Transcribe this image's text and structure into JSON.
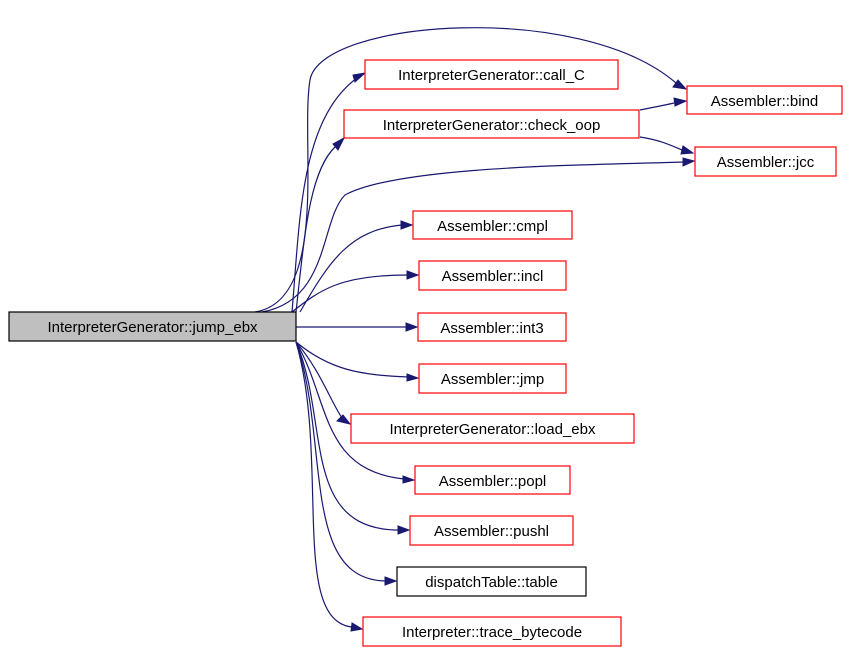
{
  "source_node": {
    "label": "InterpreterGenerator::jump_ebx",
    "fill": "#bfbfbf",
    "border": "#000000"
  },
  "nodes": [
    {
      "id": "call_c",
      "label": "InterpreterGenerator::call_C",
      "border": "#ff0000"
    },
    {
      "id": "check_oop",
      "label": "InterpreterGenerator::check_oop",
      "border": "#ff0000"
    },
    {
      "id": "bind",
      "label": "Assembler::bind",
      "border": "#ff0000"
    },
    {
      "id": "jcc",
      "label": "Assembler::jcc",
      "border": "#ff0000"
    },
    {
      "id": "cmpl",
      "label": "Assembler::cmpl",
      "border": "#ff0000"
    },
    {
      "id": "incl",
      "label": "Assembler::incl",
      "border": "#ff0000"
    },
    {
      "id": "int3",
      "label": "Assembler::int3",
      "border": "#ff0000"
    },
    {
      "id": "jmp",
      "label": "Assembler::jmp",
      "border": "#ff0000"
    },
    {
      "id": "load_ebx",
      "label": "InterpreterGenerator::load_ebx",
      "border": "#ff0000"
    },
    {
      "id": "popl",
      "label": "Assembler::popl",
      "border": "#ff0000"
    },
    {
      "id": "pushl",
      "label": "Assembler::pushl",
      "border": "#ff0000"
    },
    {
      "id": "table",
      "label": "dispatchTable::table",
      "border": "#000000"
    },
    {
      "id": "trace_bytecode",
      "label": "Interpreter::trace_bytecode",
      "border": "#ff0000"
    }
  ],
  "edges": [
    {
      "from": "jump_ebx",
      "to": "call_c"
    },
    {
      "from": "jump_ebx",
      "to": "check_oop"
    },
    {
      "from": "jump_ebx",
      "to": "bind"
    },
    {
      "from": "jump_ebx",
      "to": "jcc"
    },
    {
      "from": "jump_ebx",
      "to": "cmpl"
    },
    {
      "from": "jump_ebx",
      "to": "incl"
    },
    {
      "from": "jump_ebx",
      "to": "int3"
    },
    {
      "from": "jump_ebx",
      "to": "jmp"
    },
    {
      "from": "jump_ebx",
      "to": "load_ebx"
    },
    {
      "from": "jump_ebx",
      "to": "popl"
    },
    {
      "from": "jump_ebx",
      "to": "pushl"
    },
    {
      "from": "jump_ebx",
      "to": "table"
    },
    {
      "from": "jump_ebx",
      "to": "trace_bytecode"
    },
    {
      "from": "check_oop",
      "to": "bind"
    },
    {
      "from": "check_oop",
      "to": "jcc"
    }
  ],
  "colors": {
    "edge": "#191970",
    "linked_border": "#ff0000",
    "plain_border": "#000000"
  }
}
